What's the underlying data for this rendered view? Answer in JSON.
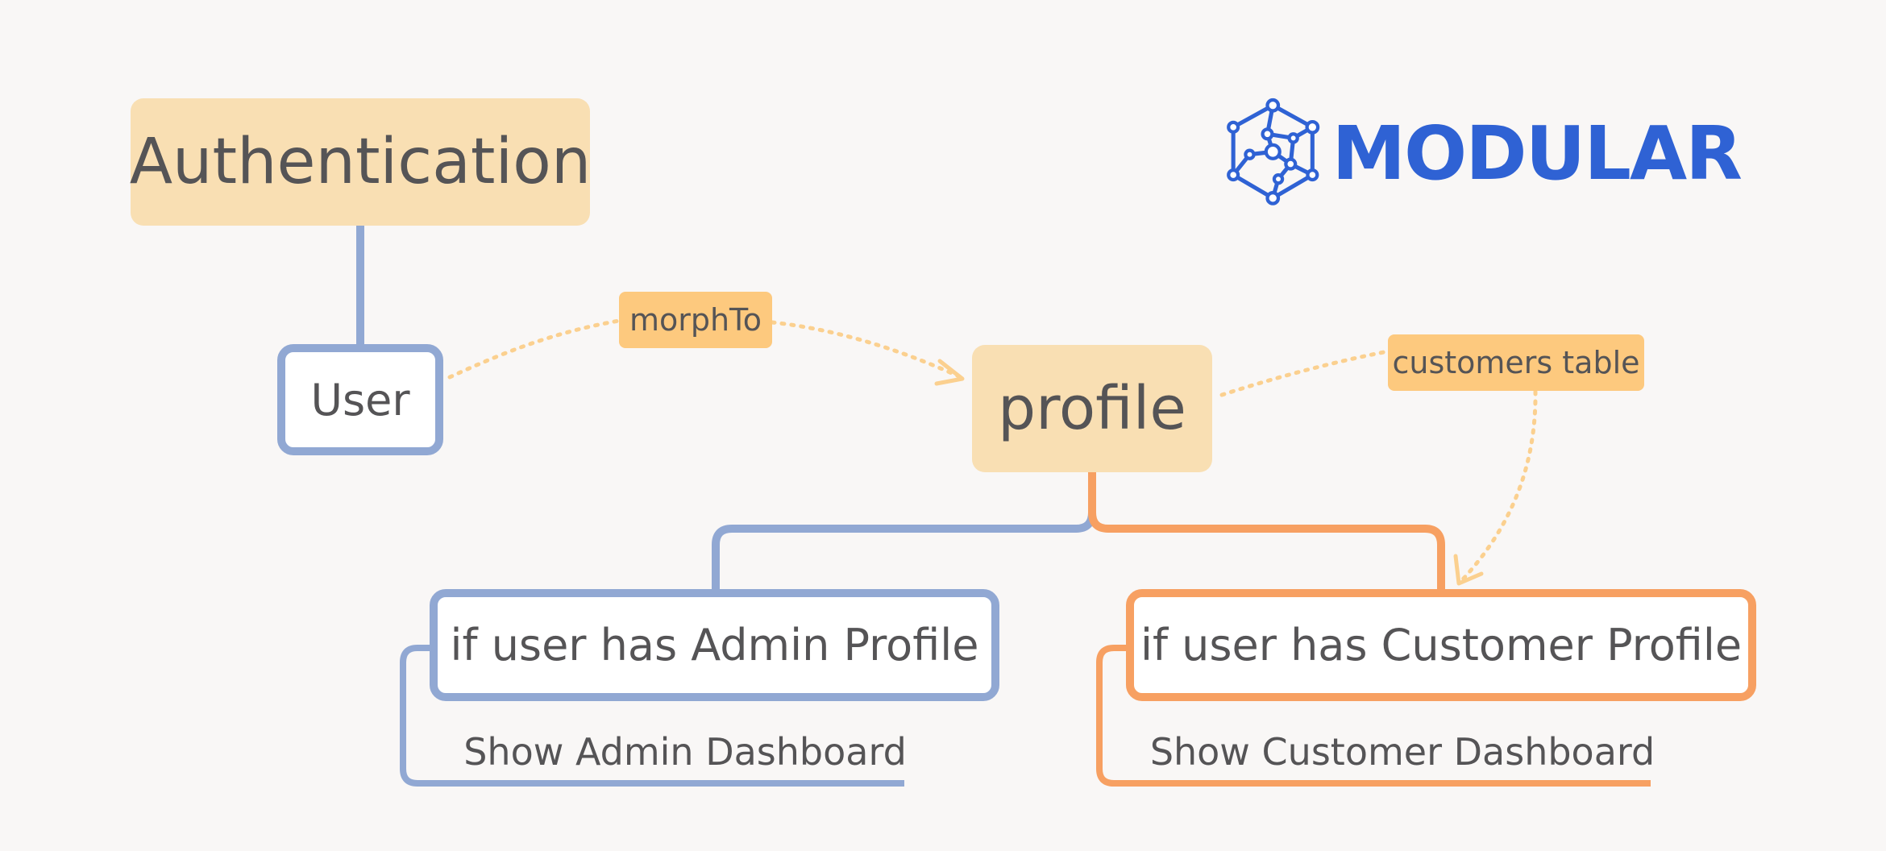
{
  "logo": {
    "text": "MODULAR",
    "icon": "molecule-hexagon-icon",
    "color": "#2f62d4"
  },
  "nodes": {
    "authentication": "Authentication",
    "user": "User",
    "profile": "profile",
    "admin_condition": "if user has Admin Profile",
    "customer_condition": "if user has Customer Profile",
    "admin_result": "Show Admin Dashboard",
    "customer_result": "Show Customer Dashboard"
  },
  "relations": {
    "morph": "morphTo",
    "customers": "customers table"
  },
  "colors": {
    "blue_branch": "#91a8d3",
    "orange_branch": "#f7a062",
    "node_fill": "#f9dfb3",
    "tag_fill": "#fdc97e",
    "dotted_link": "#fbd08f",
    "text": "#555456"
  }
}
